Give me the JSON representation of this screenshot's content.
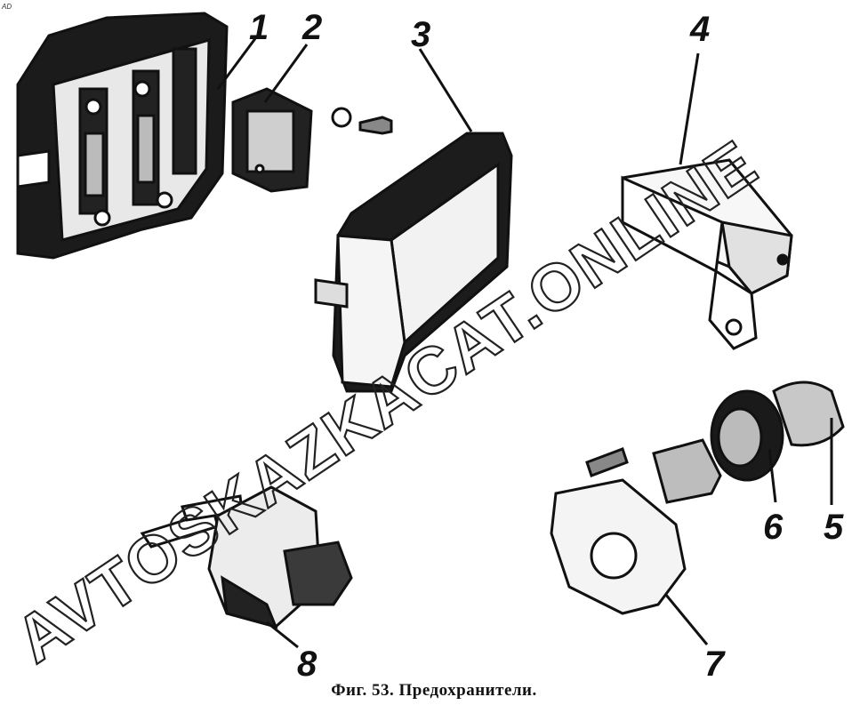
{
  "corner_mark": "AD",
  "callouts": [
    "1",
    "2",
    "3",
    "4",
    "5",
    "6",
    "7",
    "8"
  ],
  "caption": "Фиг. 53. Предохранители.",
  "watermark": "AVTOSKAZKACAT.ONLINE"
}
